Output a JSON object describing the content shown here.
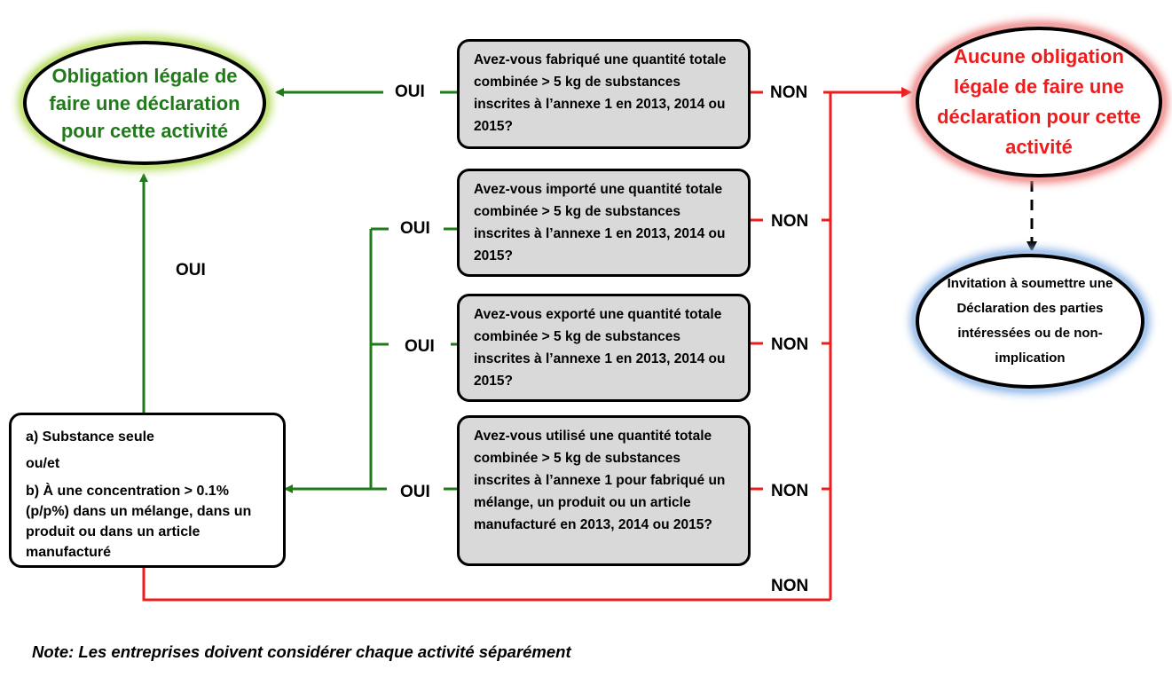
{
  "outcomes": {
    "obligation": "Obligation légale de faire une déclaration pour cette activité",
    "no_obligation": "Aucune obligation légale de faire une déclaration pour cette activité",
    "invitation": "Invitation à soumettre une Déclaration des parties intéressées ou de non-implication"
  },
  "questions": [
    "Avez-vous fabriqué une quantité totale  combinée > 5 kg de substances inscrites à l’annexe 1 en 2013, 2014 ou 2015?",
    "Avez-vous importé une quantité totale  combinée > 5 kg de substances inscrites à l’annexe 1 en 2013, 2014 ou 2015?",
    "Avez-vous exporté une quantité totale  combinée > 5 kg de substances inscrites à l’annexe 1 en 2013, 2014 ou 2015?",
    "Avez-vous  utilisé une quantité totale  combinée > 5 kg de substances inscrites à l’annexe 1 pour fabriqué un mélange, un produit ou un article manufacturé en 2013, 2014 ou 2015?"
  ],
  "criteria": {
    "line_a": "a) Substance seule",
    "line_or": "ou/et",
    "line_b": "b) À une concentration > 0.1% (p/p%) dans un mélange, dans un produit ou dans un article manufacturé"
  },
  "labels": {
    "yes": "OUI",
    "no": "NON"
  },
  "note": "Note: Les entreprises doivent considérer chaque activité séparément",
  "colors": {
    "green": "#217a1a",
    "red": "#ee1c1c",
    "box_fill": "#d9d9d9"
  }
}
